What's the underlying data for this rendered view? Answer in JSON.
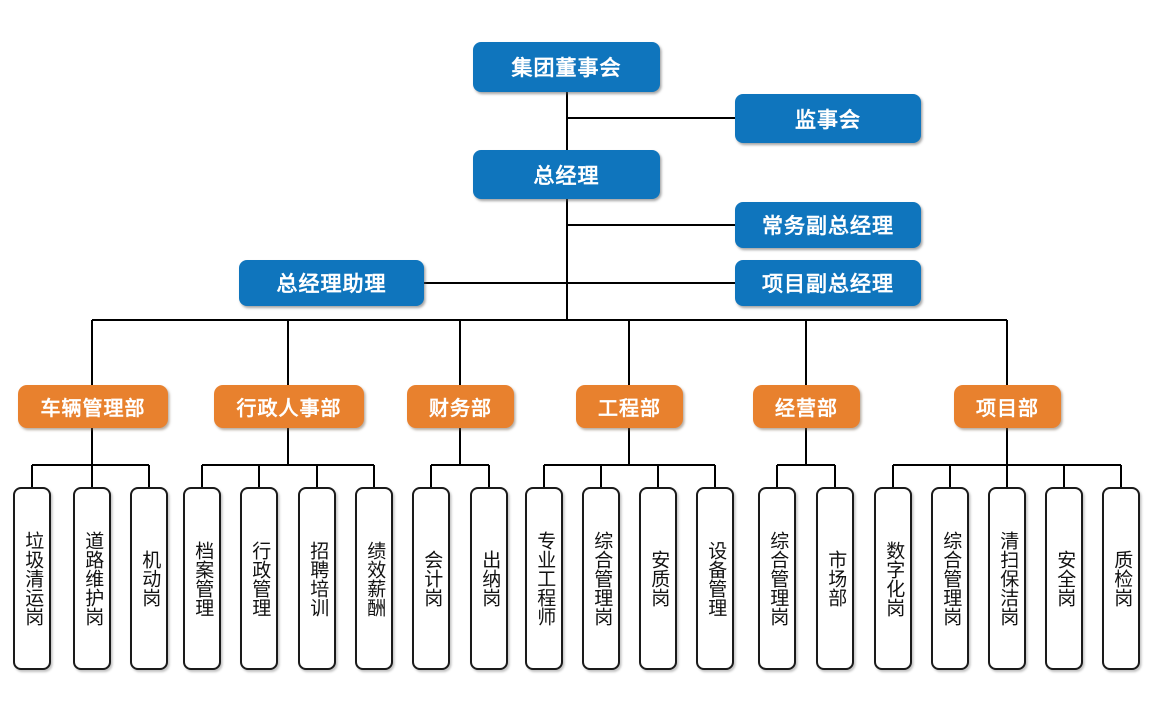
{
  "chart": {
    "title_semantic": "company-organization-chart",
    "colors": {
      "executive_box": "#0F75BD",
      "department_box": "#E8812E",
      "position_box_fill": "#FFFFFF",
      "position_box_border": "#1A1A1A",
      "connector_line": "#000000",
      "background": "#FFFFFF"
    }
  },
  "executives": {
    "board": "集团董事会",
    "supervisory_board": "监事会",
    "general_manager": "总经理",
    "executive_deputy_gm": "常务副总经理",
    "project_deputy_gm": "项目副总经理",
    "gm_assistant": "总经理助理"
  },
  "departments": [
    {
      "name": "车辆管理部",
      "positions": [
        "垃圾清运岗",
        "道路维护岗",
        "机动岗"
      ]
    },
    {
      "name": "行政人事部",
      "positions": [
        "档案管理",
        "行政管理",
        "招聘培训",
        "绩效薪酬"
      ]
    },
    {
      "name": "财务部",
      "positions": [
        "会计岗",
        "出纳岗"
      ]
    },
    {
      "name": "工程部",
      "positions": [
        "专业工程师",
        "综合管理岗",
        "安质岗",
        "设备管理"
      ]
    },
    {
      "name": "经营部",
      "positions": [
        "综合管理岗",
        "市场部"
      ]
    },
    {
      "name": "项目部",
      "positions": [
        "数字化岗",
        "综合管理岗",
        "清扫保洁岗",
        "安全岗",
        "质检岗"
      ]
    }
  ]
}
